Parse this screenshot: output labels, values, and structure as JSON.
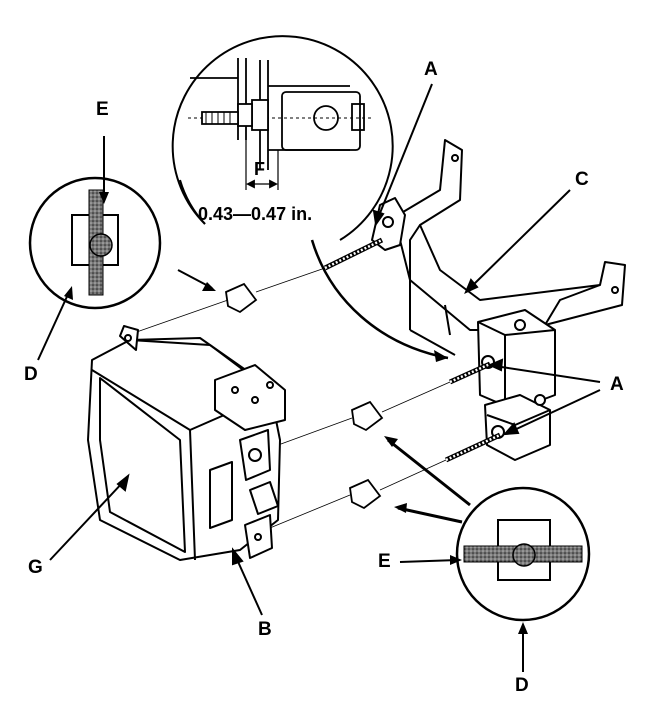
{
  "callouts": {
    "a1": "A",
    "a2": "A",
    "b": "B",
    "c": "C",
    "d1": "D",
    "d2": "D",
    "e1": "E",
    "e2": "E",
    "f": "F",
    "g": "G"
  },
  "dimension": {
    "min": "0.43",
    "max": "0.47 in.",
    "dash": "—"
  },
  "colors": {
    "ink": "#000000",
    "paper": "#ffffff",
    "texture": "#555555"
  }
}
